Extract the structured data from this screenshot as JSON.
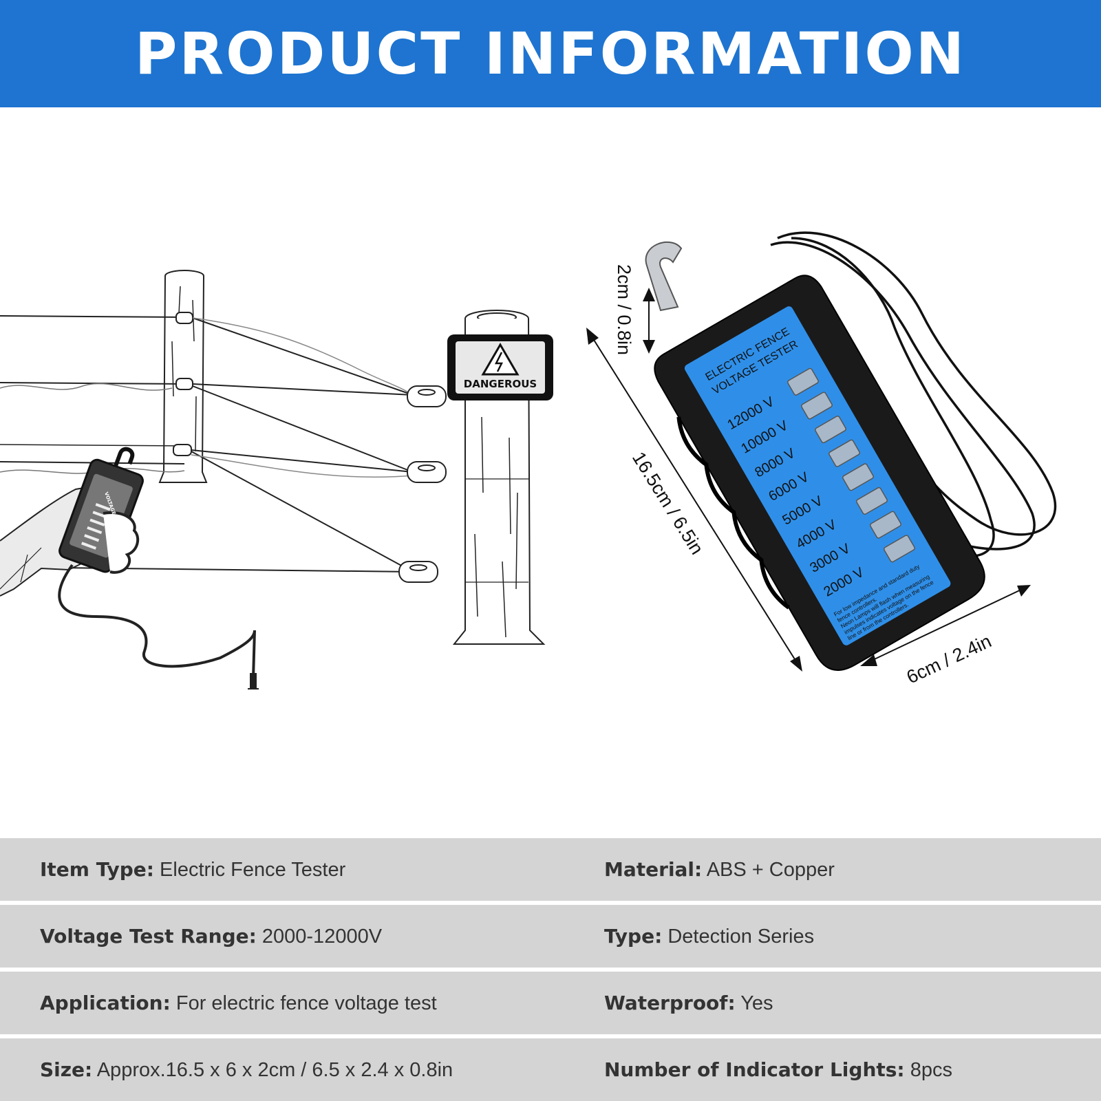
{
  "banner": {
    "title": "PRODUCT INFORMATION",
    "color": "#1e74d0"
  },
  "illustration": {
    "sign_text": "DANGEROUS",
    "handheld_label": "VOLTAGE TESTER"
  },
  "product": {
    "panel_title_line1": "ELECTRIC FENCE",
    "panel_title_line2": "VOLTAGE TESTER",
    "voltages": [
      "12000 V",
      "10000 V",
      "8000 V",
      "6000 V",
      "5000 V",
      "4000 V",
      "3000 V",
      "2000 V"
    ],
    "note_lines": [
      "For low impedance and standard duty",
      "fence controllers.",
      "Neon Lamps will flash when measuring",
      "impulses indicates voltage on the fence",
      "line or from the controllers."
    ],
    "panel_color": "#2f8fe8",
    "dim_height": "2cm / 0.8in",
    "dim_length": "16.5cm / 6.5in",
    "dim_width": "6cm / 2.4in"
  },
  "specs": [
    {
      "left_key": "Item Type:",
      "left_val": "Electric Fence Tester",
      "right_key": "Material:",
      "right_val": "ABS + Copper"
    },
    {
      "left_key": "Voltage Test Range:",
      "left_val": "2000-12000V",
      "right_key": "Type:",
      "right_val": "Detection Series"
    },
    {
      "left_key": "Application:",
      "left_val": " For electric fence voltage test",
      "right_key": "Waterproof:",
      "right_val": "Yes"
    },
    {
      "left_key": "Size:",
      "left_val": "Approx.16.5 x 6 x 2cm / 6.5 x 2.4 x 0.8in",
      "right_key": "Number of Indicator Lights:",
      "right_val": "8pcs"
    }
  ]
}
